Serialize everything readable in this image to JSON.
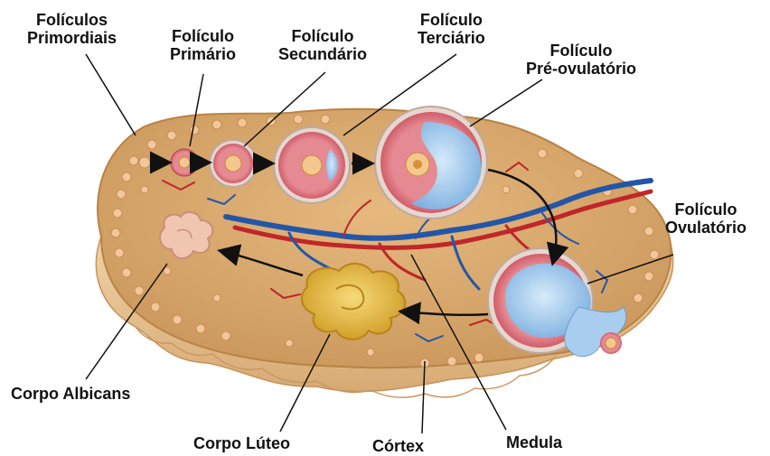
{
  "labels": {
    "primordiais": {
      "line1": "Folículos",
      "line2": "Primordiais"
    },
    "primario": {
      "line1": "Folículo",
      "line2": "Primário"
    },
    "secundario": {
      "line1": "Folículo",
      "line2": "Secundário"
    },
    "terciario": {
      "line1": "Folículo",
      "line2": "Terciário"
    },
    "preovulatorio": {
      "line1": "Folículo",
      "line2": "Pré-ovulatório"
    },
    "ovulatorio": {
      "line1": "Folículo",
      "line2": "Ovulatório"
    },
    "albicans": "Corpo Albicans",
    "luteo": "Corpo Lúteo",
    "cortex": "Córtex",
    "medula": "Medula"
  },
  "colors": {
    "stroma": "#d9a86a",
    "stroma_side": "#e7c393",
    "follicle_ring": "#d9606e",
    "antrum": "#9fc6ea",
    "corpus_luteum": "#e8b83e",
    "corpus_albicans": "#f1c6b0",
    "vessel_red": "#c0262a",
    "vessel_blue": "#2456a8"
  }
}
